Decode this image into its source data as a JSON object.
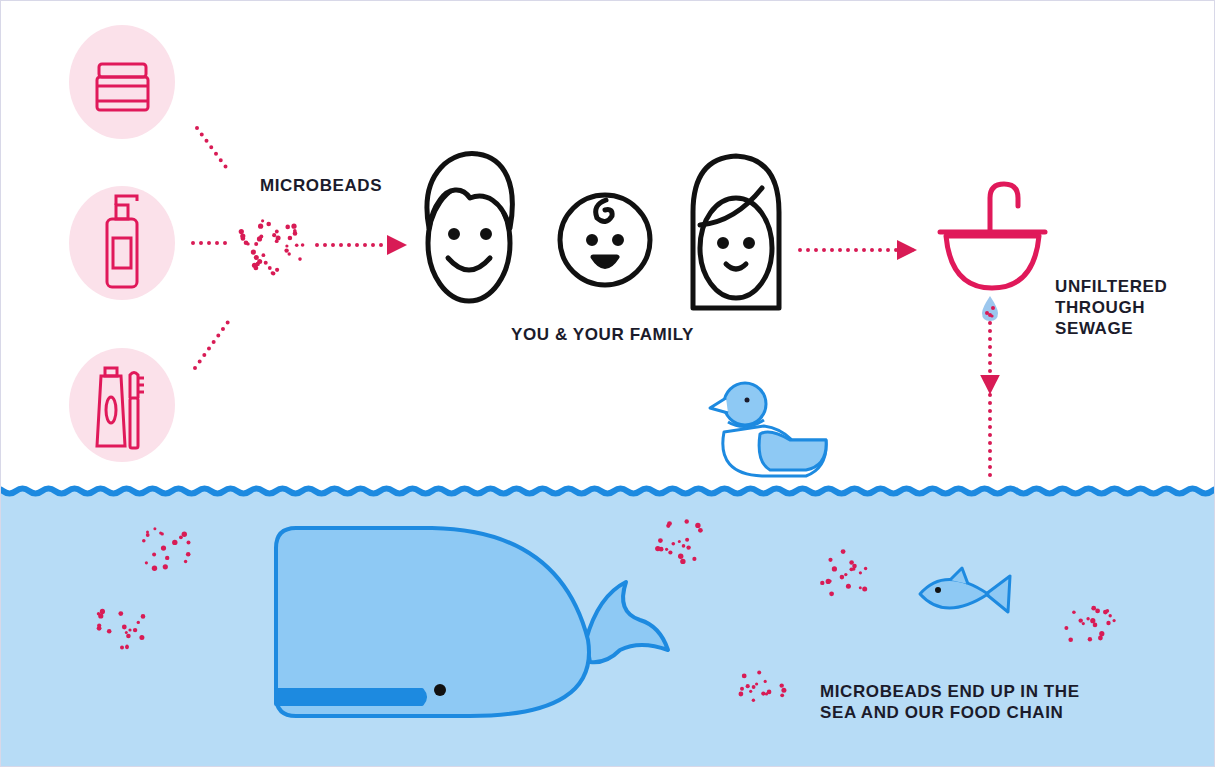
{
  "diagram": {
    "nodes": [
      {
        "text": [
          "MICROBEADS"
        ]
      },
      {
        "text": [
          "YOU & YOUR FAMILY"
        ]
      },
      {
        "text": [
          "UNFILTERED THROUGH SEWAGE"
        ]
      },
      {
        "text": [
          "MICROBEADS END UP IN THE SEA AND OUR FOOD CHAIN"
        ]
      }
    ],
    "edges": [
      {
        "from": 0,
        "to": 1,
        "arrow": "to"
      },
      {
        "from": 1,
        "to": 2,
        "arrow": "to"
      },
      {
        "from": 2,
        "to": 3,
        "arrow": "to"
      }
    ]
  }
}
